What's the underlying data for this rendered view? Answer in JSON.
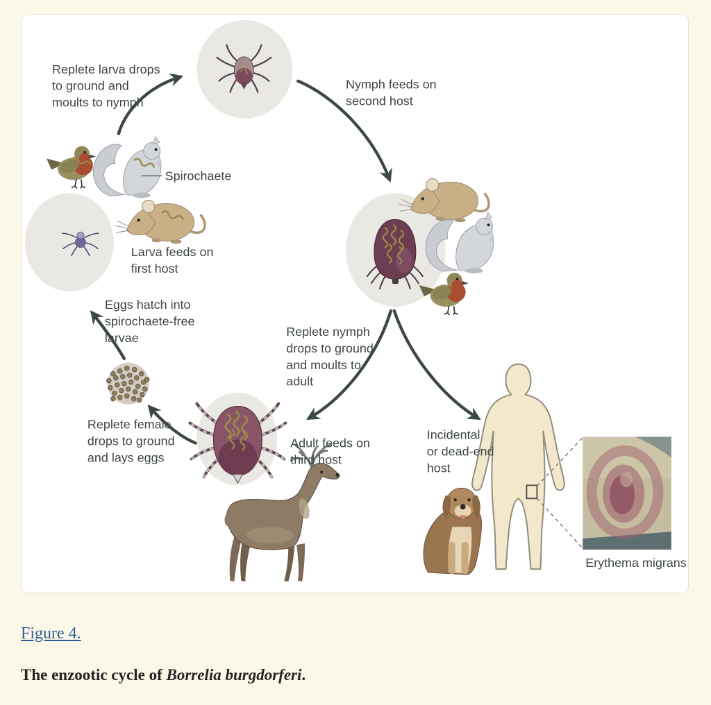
{
  "figure": {
    "link_label": "Figure 4.",
    "caption": {
      "prefix": "The enzootic cycle of ",
      "species": "Borrelia burgdorferi",
      "suffix": "."
    }
  },
  "diagram": {
    "labels": {
      "replete_larva": [
        "Replete larva drops",
        "to ground and",
        "moults to nymph"
      ],
      "nymph_feeds": [
        "Nymph feeds on",
        "second host"
      ],
      "spirochaete": "Spirochaete",
      "larva_feeds": [
        "Larva feeds on",
        "first host"
      ],
      "eggs_hatch": [
        "Eggs hatch into",
        "spirochaete-free",
        "larvae"
      ],
      "replete_nymph": [
        "Replete nymph",
        "drops to ground",
        "and moults to",
        "adult"
      ],
      "replete_female": [
        "Replete female",
        "drops to ground",
        "and lays eggs"
      ],
      "adult_feeds": [
        "Adult feeds on",
        "third host"
      ],
      "incidental_host": [
        "Incidental",
        "or dead-end",
        "host"
      ],
      "erythema": "Erythema migrans"
    }
  },
  "colors": {
    "page_bg": "#fcf8e7",
    "panel_bg": "#ffffff",
    "panel_border": "#e9e5d6",
    "stage_circle": "#eae8e3",
    "arrow": "#3d4848",
    "label_text": "#3e4546",
    "link": "#2e5f94",
    "tick_plum": "#6d3d52",
    "tick_mauve": "#8a5468",
    "spirochaete_yellow": "#9c8b47",
    "human_fill": "#f3e8cb",
    "rash_red": "#9c5a68"
  }
}
